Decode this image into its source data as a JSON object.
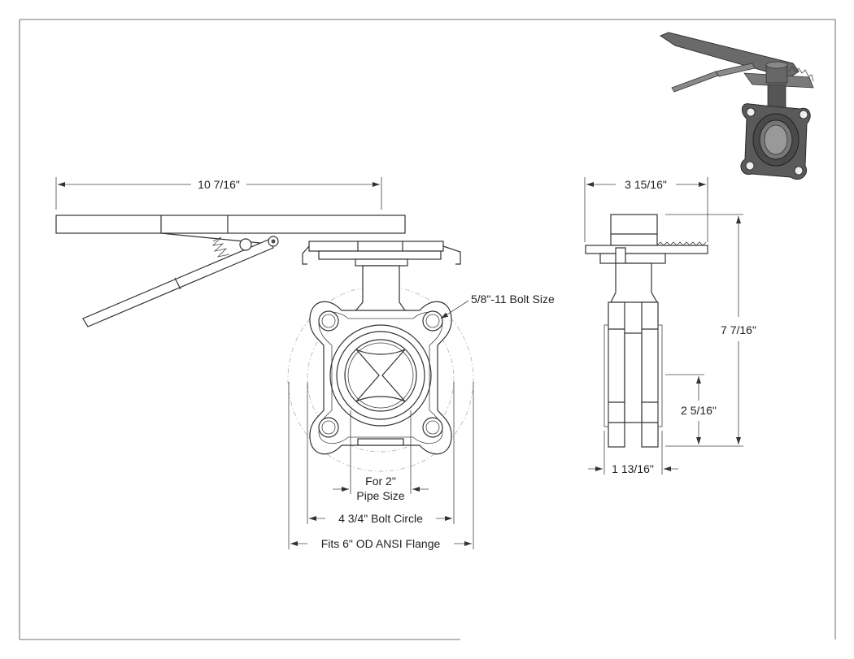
{
  "dimensions": {
    "handle_length": "10 7/16\"",
    "body_depth": "3 15/16\"",
    "overall_height": "7 7/16\"",
    "lower_height": "2 5/16\"",
    "face_width": "1 13/16\"",
    "bolt_size": "5/8\"-11 Bolt Size",
    "pipe_size_line1": "For 2\"",
    "pipe_size_line2": "Pipe Size",
    "bolt_circle": "4 3/4\" Bolt Circle",
    "flange_fit": "Fits 6\" OD ANSI Flange"
  },
  "colors": {
    "line": "#333333",
    "phantom": "#bbbbbb",
    "iso_body": "#5a5a5a"
  }
}
